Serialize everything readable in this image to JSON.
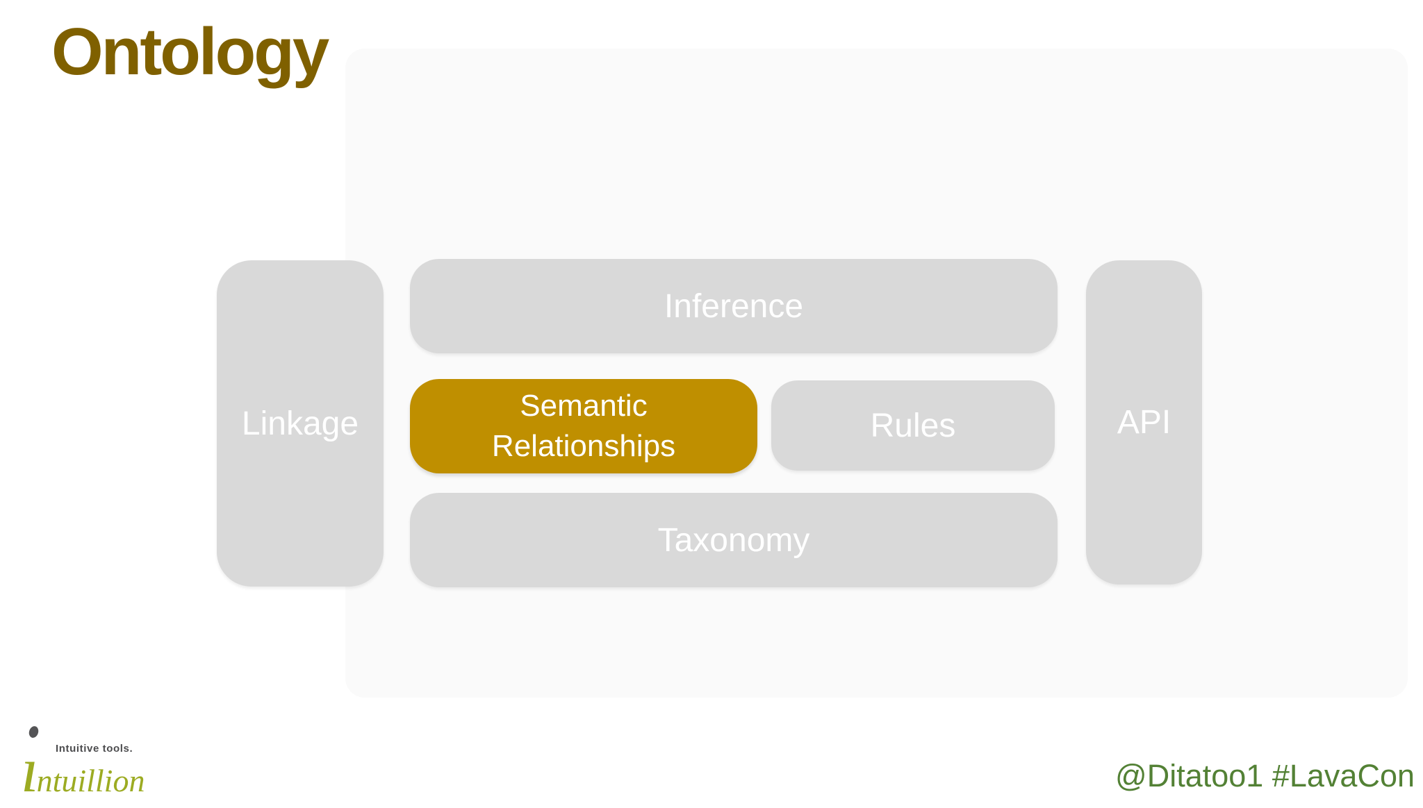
{
  "slide": {
    "title": "Ontology",
    "footer": "@Ditatoo1 #LavaCon"
  },
  "diagram": {
    "blocks": [
      {
        "id": "linkage",
        "label": "Linkage",
        "highlighted": false
      },
      {
        "id": "inference",
        "label": "Inference",
        "highlighted": false
      },
      {
        "id": "semantic-relationships",
        "label": "Semantic Relationships",
        "highlighted": true
      },
      {
        "id": "rules",
        "label": "Rules",
        "highlighted": false
      },
      {
        "id": "taxonomy",
        "label": "Taxonomy",
        "highlighted": false
      },
      {
        "id": "api",
        "label": "API",
        "highlighted": false
      }
    ]
  },
  "logo": {
    "initial": "ı",
    "wordmark_rest": "ntuillion",
    "tagline": "Intuitive tools."
  },
  "colors": {
    "title": "#7F6000",
    "highlight_gold": "#BF8F00",
    "block_gray": "#D9D9D9",
    "block_text": "#FFFFFF",
    "footer_green": "#538135",
    "logo_green": "#9CAB22",
    "logo_gray": "#4C4C4E",
    "background": "#FFFFFF"
  }
}
